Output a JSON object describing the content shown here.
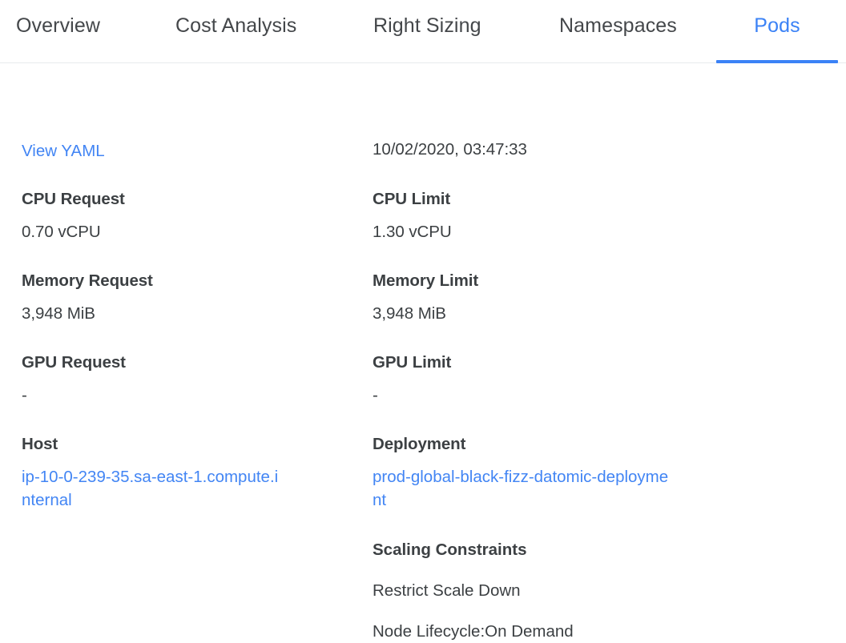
{
  "theme": {
    "accent": "#3b82f6",
    "link": "#4285f4",
    "text": "#3c4043",
    "tab_inactive": "#44474a",
    "border": "#e8eaed",
    "background": "#ffffff"
  },
  "tabs": [
    {
      "label": "Overview",
      "active": false
    },
    {
      "label": "Cost Analysis",
      "active": false
    },
    {
      "label": "Right Sizing",
      "active": false
    },
    {
      "label": "Namespaces",
      "active": false
    },
    {
      "label": "Pods",
      "active": true
    }
  ],
  "details": {
    "view_yaml_link": "View YAML",
    "timestamp": "10/02/2020, 03:47:33",
    "left_fields": [
      {
        "label": "CPU Request",
        "value": "0.70 vCPU"
      },
      {
        "label": "Memory Request",
        "value": "3,948 MiB"
      },
      {
        "label": "GPU Request",
        "value": "-"
      },
      {
        "label": "Host",
        "value": "ip-10-0-239-35.sa-east-1.compute.internal",
        "is_link": true
      }
    ],
    "right_fields": [
      {
        "label": "CPU Limit",
        "value": "1.30 vCPU"
      },
      {
        "label": "Memory Limit",
        "value": "3,948 MiB"
      },
      {
        "label": "GPU Limit",
        "value": "-"
      },
      {
        "label": "Deployment",
        "value": "prod-global-black-fizz-datomic-deployment",
        "is_link": true
      }
    ],
    "scaling_constraints": {
      "title": "Scaling Constraints",
      "lines": [
        "Restrict Scale Down",
        "Node Lifecycle:On Demand"
      ]
    }
  }
}
